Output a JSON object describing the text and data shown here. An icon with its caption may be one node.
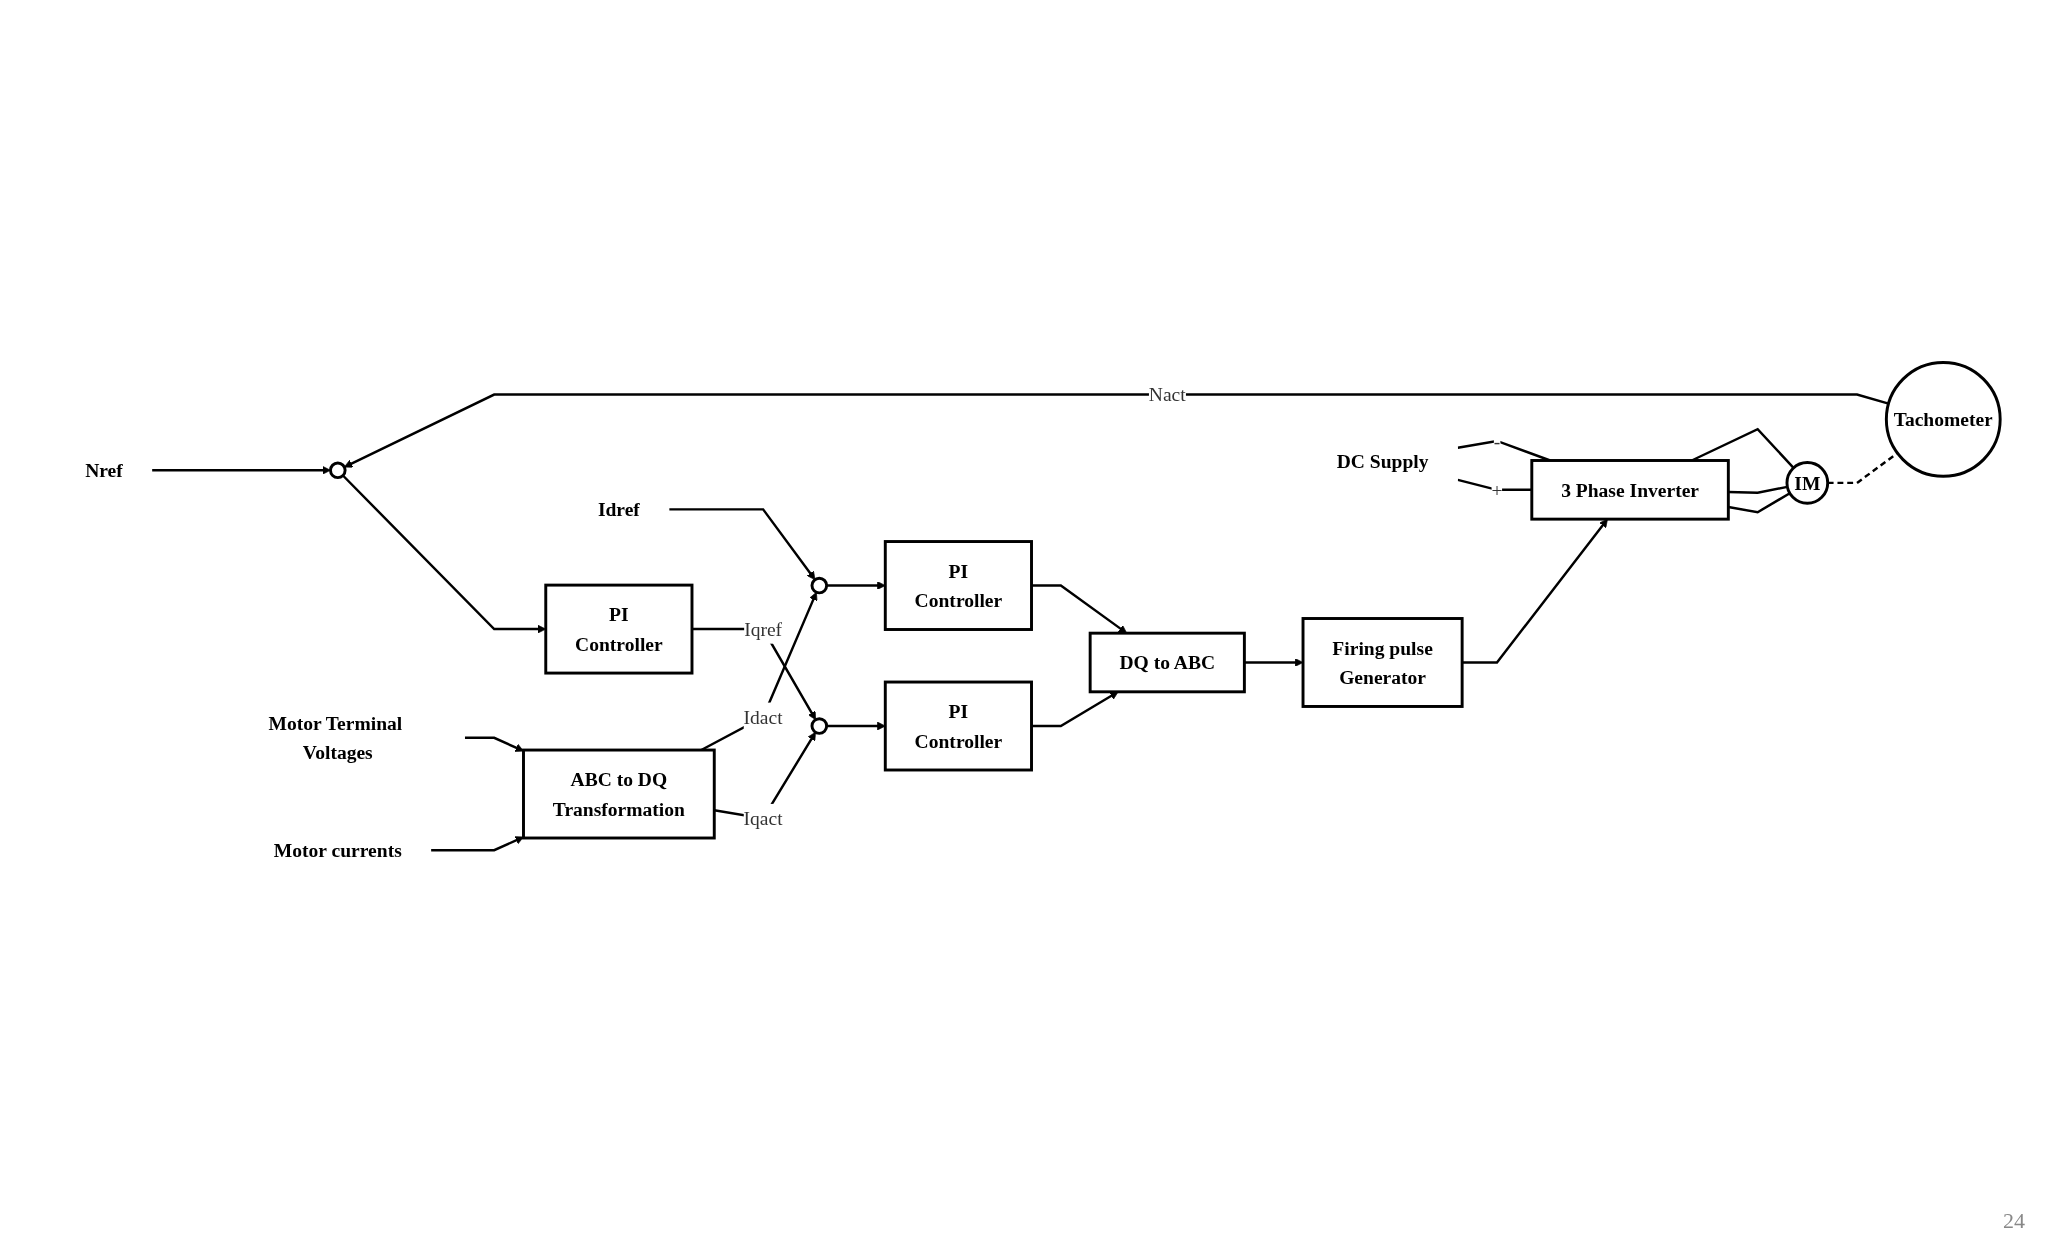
{
  "diagram": {
    "nodes": [
      {
        "text": [
          "Nref"
        ]
      },
      {
        "text": [],
        "shape": "circle"
      },
      {
        "text": [
          "PI",
          "Controller"
        ]
      },
      {
        "text": [],
        "shape": "circle"
      },
      {
        "text": [
          "PI",
          "Controller"
        ]
      },
      {
        "text": [
          "Idref"
        ]
      },
      {
        "text": [],
        "shape": "circle"
      },
      {
        "text": [
          "PI",
          "Controller"
        ]
      },
      {
        "text": [
          "DQ to ABC"
        ]
      },
      {
        "text": [
          "Firing pulse",
          "Generator"
        ]
      },
      {
        "text": [
          "3 Phase Inverter"
        ]
      },
      {
        "text": [
          "DC Supply"
        ]
      },
      {
        "text": [
          "ABC to DQ",
          "Transformation"
        ]
      },
      {
        "text": [
          "Motor Terminal Voltages"
        ]
      },
      {
        "text": [
          "Motor currents"
        ]
      },
      {
        "text": [
          "IM"
        ]
      },
      {
        "text": [
          "Tachometer"
        ]
      }
    ],
    "edges": [
      {
        "from": 0,
        "to": 1,
        "arrow": "to"
      },
      {
        "from": 1,
        "to": 2,
        "arrow": "to"
      },
      {
        "from": 2,
        "to": 3,
        "arrow": "to",
        "label": "Iqref"
      },
      {
        "from": 3,
        "to": 4,
        "arrow": "to"
      },
      {
        "from": 4,
        "to": 8,
        "arrow": "to"
      },
      {
        "from": 5,
        "to": 6,
        "arrow": "to"
      },
      {
        "from": 6,
        "to": 7,
        "arrow": "to"
      },
      {
        "from": 7,
        "to": 8,
        "arrow": "to"
      },
      {
        "from": 8,
        "to": 9,
        "arrow": "to"
      },
      {
        "from": 9,
        "to": 10,
        "arrow": "to"
      },
      {
        "from": 11,
        "to": 10,
        "arrow": "none",
        "label": "+"
      },
      {
        "from": 11,
        "to": 10,
        "arrow": "none",
        "label": "-"
      },
      {
        "from": 10,
        "to": 15,
        "arrow": "none"
      },
      {
        "from": 10,
        "to": 15,
        "arrow": "none"
      },
      {
        "from": 10,
        "to": 15,
        "arrow": "none"
      },
      {
        "from": 13,
        "to": 12,
        "arrow": "to"
      },
      {
        "from": 14,
        "to": 12,
        "arrow": "to"
      },
      {
        "from": 12,
        "to": 3,
        "arrow": "to",
        "label": "Iqact"
      },
      {
        "from": 12,
        "to": 6,
        "arrow": "to",
        "label": "Idact"
      },
      {
        "from": 15,
        "to": 16,
        "arrow": "none",
        "style": "dashed"
      },
      {
        "from": 16,
        "to": 1,
        "arrow": "to",
        "label": "Nact"
      }
    ],
    "labels": [
      "24"
    ]
  }
}
